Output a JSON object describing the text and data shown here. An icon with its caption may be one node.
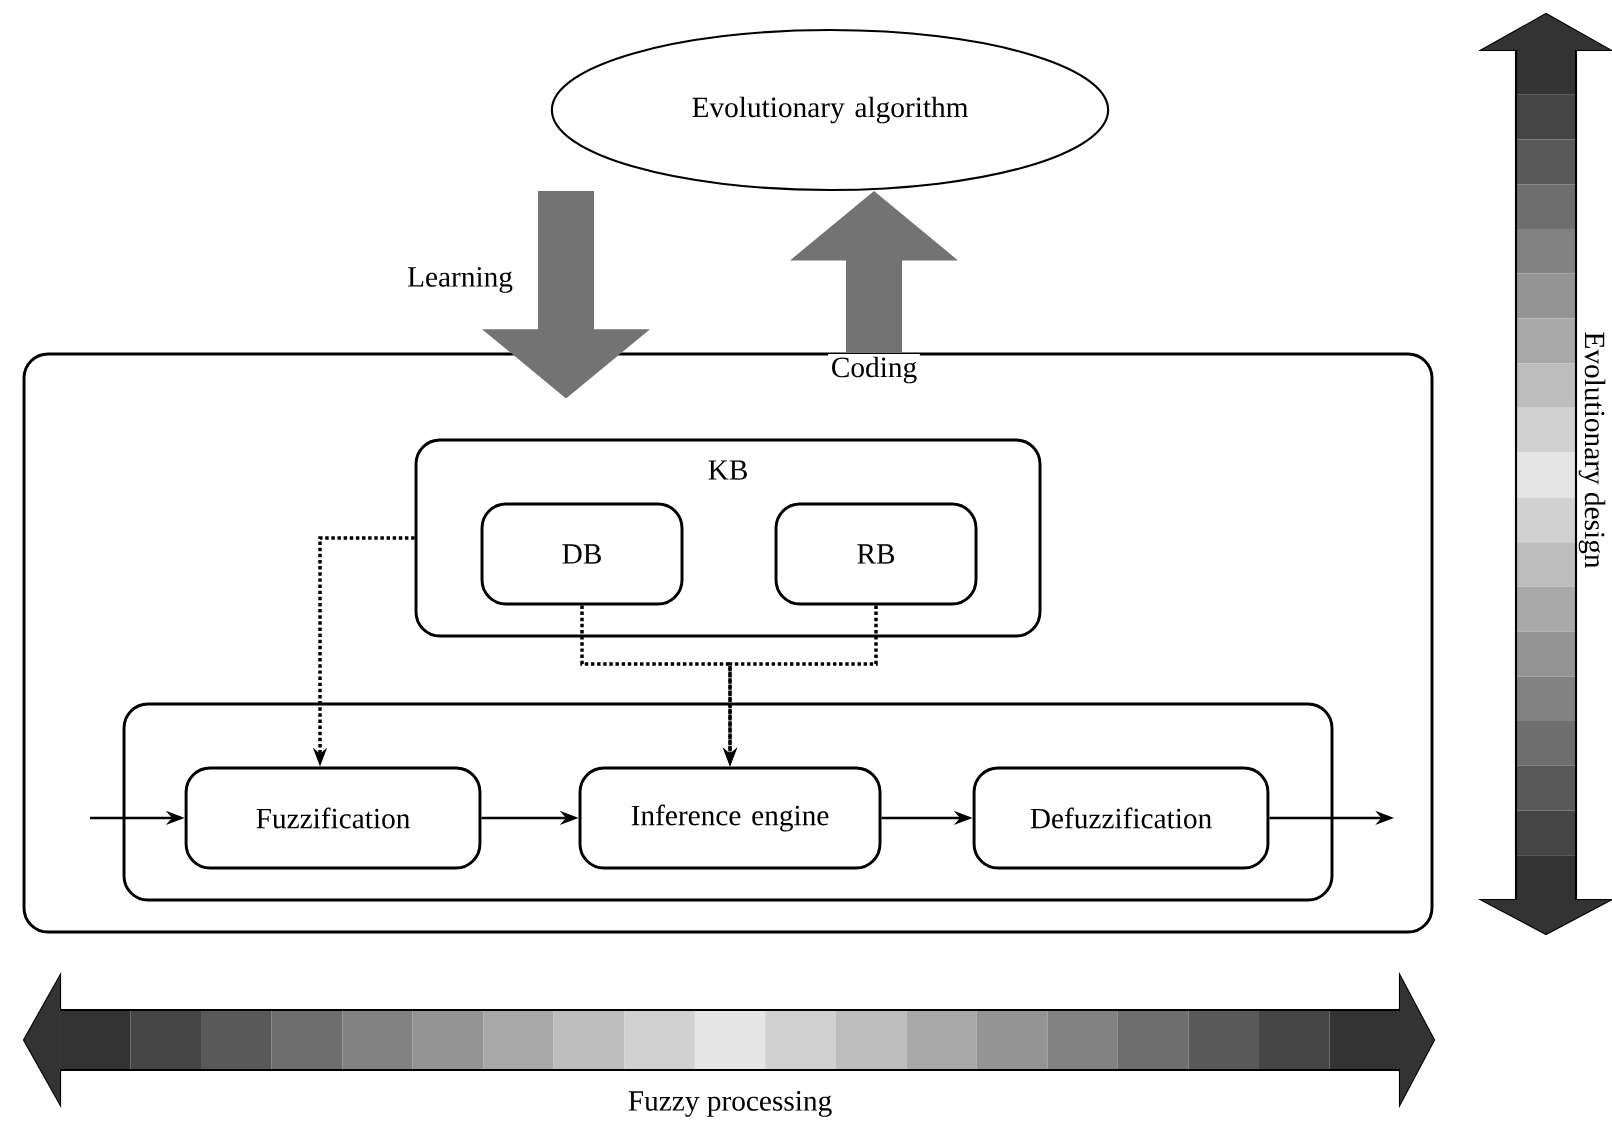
{
  "diagram": {
    "nodes": [
      {
        "text": [
          "Evolutionary algorithm"
        ]
      },
      {
        "text": [],
        "shape": "box"
      },
      {
        "text": [
          "KB"
        ],
        "in": 1
      },
      {
        "text": [
          "DB"
        ],
        "in": 2
      },
      {
        "text": [
          "RB"
        ],
        "in": 2
      },
      {
        "text": [],
        "shape": "box",
        "in": 1
      },
      {
        "text": [
          "Fuzzification"
        ],
        "in": 5
      },
      {
        "text": [
          "Inference engine"
        ],
        "in": 5
      },
      {
        "text": [
          "Defuzzification"
        ],
        "in": 5
      }
    ],
    "edges": [
      {
        "from": 0,
        "to": 1,
        "arrow": "to",
        "label": "Learning",
        "style": "thick",
        "color": "#737373"
      },
      {
        "from": 1,
        "to": 0,
        "arrow": "to",
        "label": "Coding",
        "style": "thick",
        "color": "#737373"
      },
      {
        "from": 2,
        "to": 6,
        "arrow": "to",
        "style": "dashed"
      },
      {
        "from": 3,
        "to": 7,
        "arrow": "to",
        "style": "dashed"
      },
      {
        "from": 4,
        "to": 7,
        "arrow": "to",
        "style": "dashed"
      },
      {
        "from": null,
        "to": 6,
        "arrow": "to"
      },
      {
        "from": 6,
        "to": 7,
        "arrow": "to"
      },
      {
        "from": 7,
        "to": 8,
        "arrow": "to"
      },
      {
        "from": 8,
        "to": null,
        "arrow": "to"
      }
    ],
    "labels": [
      "Fuzzy processing",
      "Evolutionary design"
    ]
  }
}
